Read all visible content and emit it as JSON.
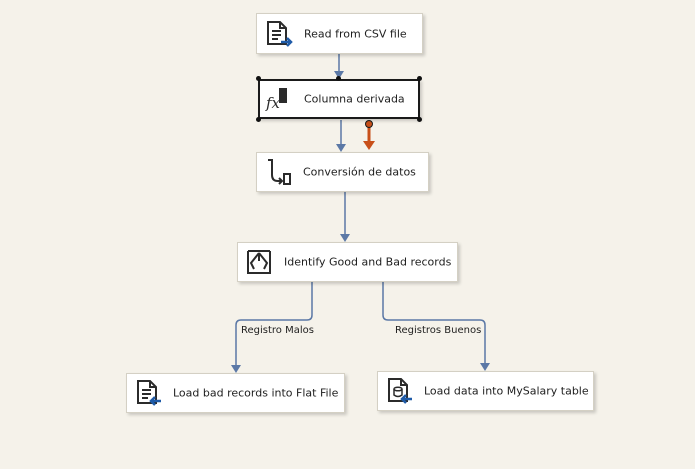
{
  "nodes": {
    "read_csv": {
      "label": "Read from CSV file",
      "icon": "flat-file-source-icon"
    },
    "derived_column": {
      "label": "Columna derivada",
      "icon": "derived-column-icon"
    },
    "data_conversion": {
      "label": "Conversión de datos",
      "icon": "data-conversion-icon"
    },
    "conditional_split": {
      "label": "Identify Good and Bad records",
      "icon": "conditional-split-icon"
    },
    "load_bad": {
      "label": "Load bad records into Flat File",
      "icon": "flat-file-destination-icon"
    },
    "load_good": {
      "label": "Load data into MySalary table",
      "icon": "ole-db-destination-icon"
    }
  },
  "edges": {
    "bad_path_label": "Registro Malos",
    "good_path_label": "Registros Buenos"
  },
  "colors": {
    "background": "#f5f2ea",
    "connector": "#5b78a6",
    "error_connector": "#c8501a",
    "icon": "#2b2b2b",
    "icon_accent": "#1f5ba8"
  }
}
